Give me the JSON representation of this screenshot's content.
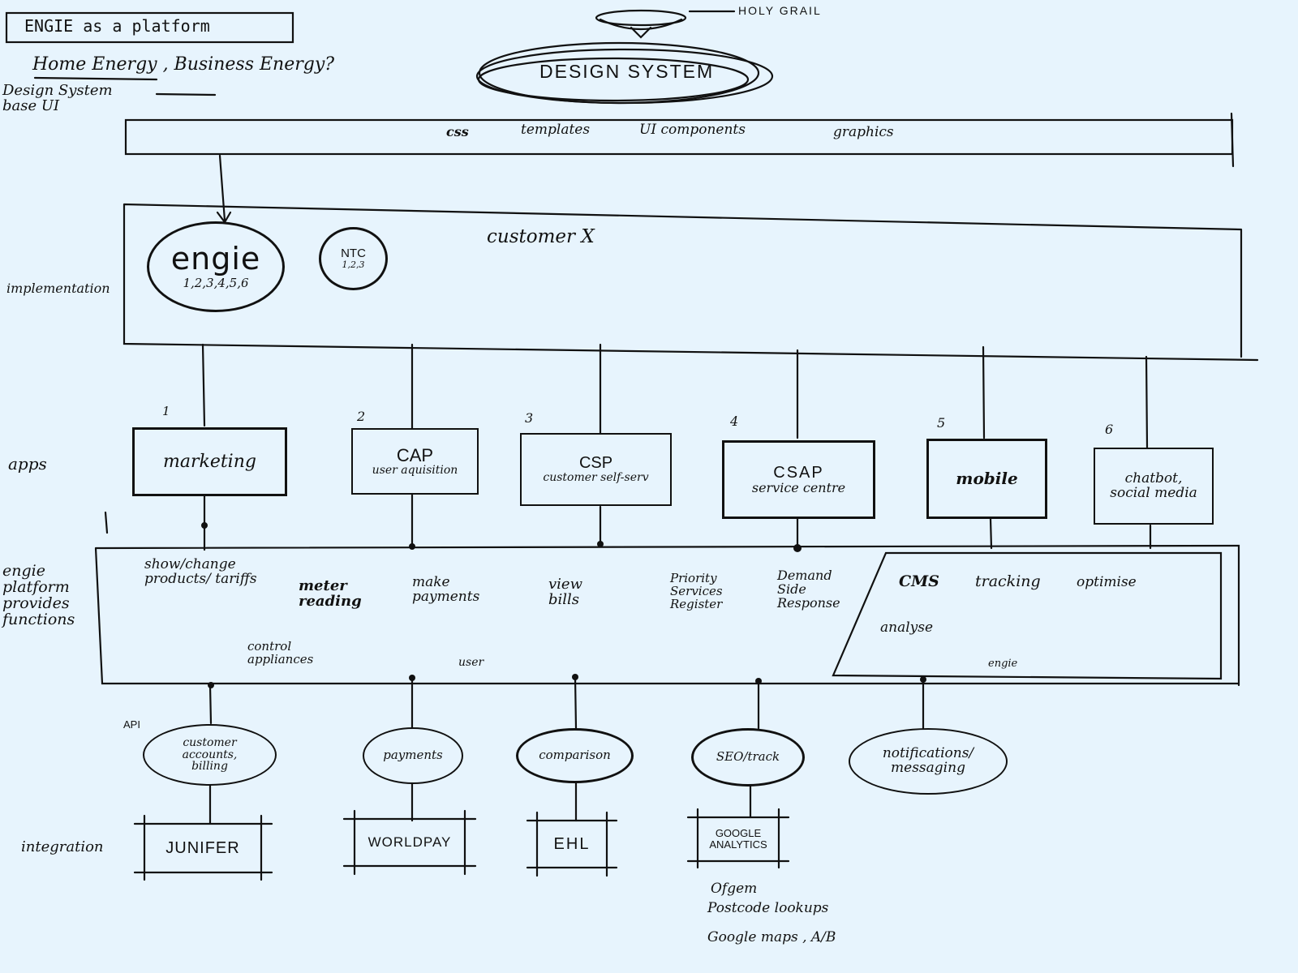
{
  "header": {
    "title": "ENGIE as a platform",
    "subtitle": "Home Energy , Business Energy?",
    "holy_grail": "HOLY GRAIL",
    "design_system": "DESIGN SYSTEM"
  },
  "rows": {
    "design_system_base": "Design System base UI",
    "implementation": "implementation",
    "apps": "apps",
    "platform": "engie platform provides functions",
    "api": "API",
    "integration": "integration"
  },
  "base_ui": {
    "items": [
      "css",
      "templates",
      "UI components",
      "graphics"
    ]
  },
  "implementation": {
    "engie_logo": "engie",
    "engie_numbers": "1,2,3,4,5,6",
    "ntc": "NTC",
    "ntc_numbers": "1,2,3",
    "customer_x": "customer X"
  },
  "apps": [
    {
      "num": "1",
      "title": "marketing",
      "sub": ""
    },
    {
      "num": "2",
      "title": "CAP",
      "sub": "user aquisition"
    },
    {
      "num": "3",
      "title": "CSP",
      "sub": "customer self-serv"
    },
    {
      "num": "4",
      "title": "CSAP",
      "sub": "service centre"
    },
    {
      "num": "5",
      "title": "mobile",
      "sub": ""
    },
    {
      "num": "6",
      "title": "chatbot, social media",
      "sub": ""
    }
  ],
  "platform": {
    "functions": {
      "products": "show/change products/ tariffs",
      "meter": "meter reading",
      "payments": "make payments",
      "bills": "view bills",
      "priority": "Priority Services Register",
      "demand": "Demand Side Response",
      "appliances": "control appliances",
      "user": "user",
      "cms": "CMS",
      "tracking": "tracking",
      "optimise": "optimise",
      "analyse": "analyse",
      "engie": "engie"
    }
  },
  "apis": [
    {
      "label": "customer accounts, billing"
    },
    {
      "label": "payments"
    },
    {
      "label": "comparison"
    },
    {
      "label": "SEO/track"
    },
    {
      "label": "notifications/ messaging"
    }
  ],
  "integrations": [
    {
      "label": "JUNIFER"
    },
    {
      "label": "WORLDPAY"
    },
    {
      "label": "EHL"
    },
    {
      "label": "GOOGLE ANALYTICS"
    }
  ],
  "notes": {
    "n1": "Ofgem",
    "n2": "Postcode lookups",
    "n3": "Google maps , A/B"
  }
}
